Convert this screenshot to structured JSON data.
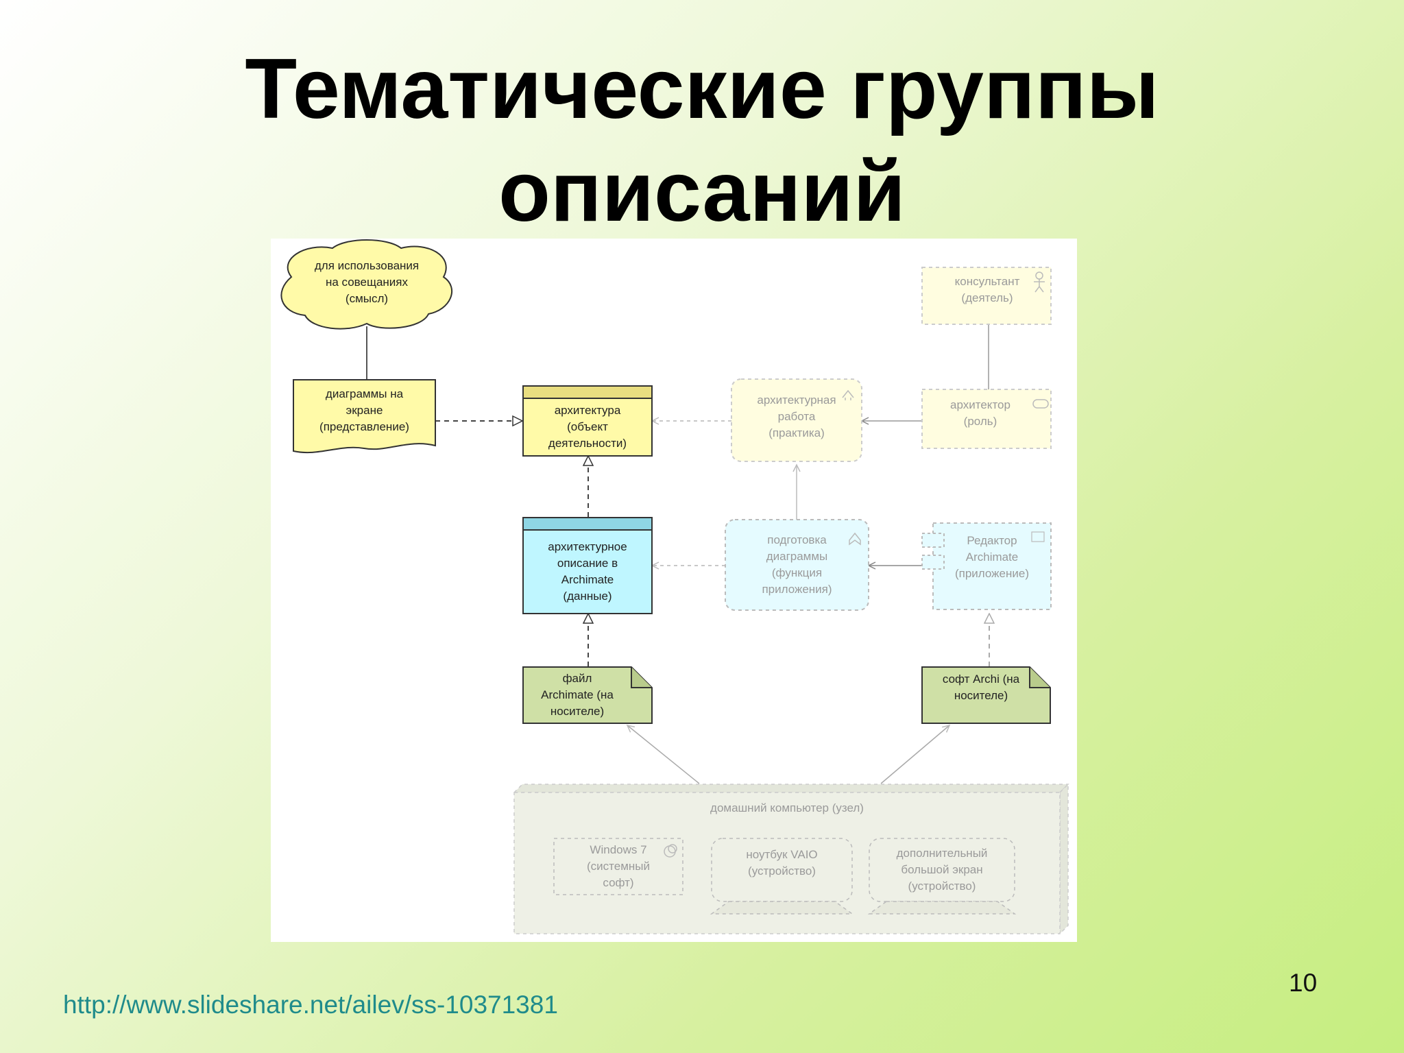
{
  "slide": {
    "title_line1": "Тематические группы",
    "title_line2": "описаний",
    "source_link": "http://www.slideshare.net/ailev/ss-10371381",
    "page_number": "10"
  },
  "diagram": {
    "meaning": "для использования\nна совещаниях\n(смысл)",
    "representation": "диаграммы на\nэкране\n(представление)",
    "business_object": "архитектура\n(объект\nдеятельности)",
    "data_object": "архитектурное\nописание в\nArchimate\n(данные)",
    "artifact_file": "файл\nArchimate (на\nносителе)",
    "artifact_soft": "софт Archi (на\nносителе)",
    "business_process": "архитектурная\nработа\n(практика)",
    "role": "архитектор\n(роль)",
    "actor": "консультант\n(деятель)",
    "app_function": "подготовка\nдиаграммы\n(функция\nприложения)",
    "app_component": "Редактор\nArchimate\n(приложение)",
    "node": "домашний компьютер (узел)",
    "system_software": "Windows 7\n(системный\nсофт)",
    "device_laptop": "ноутбук VAIO\n(устройство)",
    "device_screen": "дополнительный\nбольшой экран\n(устройство)"
  },
  "colors": {
    "business_yellow": "#fffaa8",
    "data_cyan": "#bff6ff",
    "artifact_green": "#cfe0a6",
    "app_light": "#e5fbff",
    "node_grey": "#eef0e6",
    "title_text": "#000000",
    "link_teal": "#1f8b8b"
  },
  "icons": [
    "actor-icon",
    "role-icon",
    "process-icon",
    "function-icon",
    "component-icon",
    "system-software-icon"
  ]
}
